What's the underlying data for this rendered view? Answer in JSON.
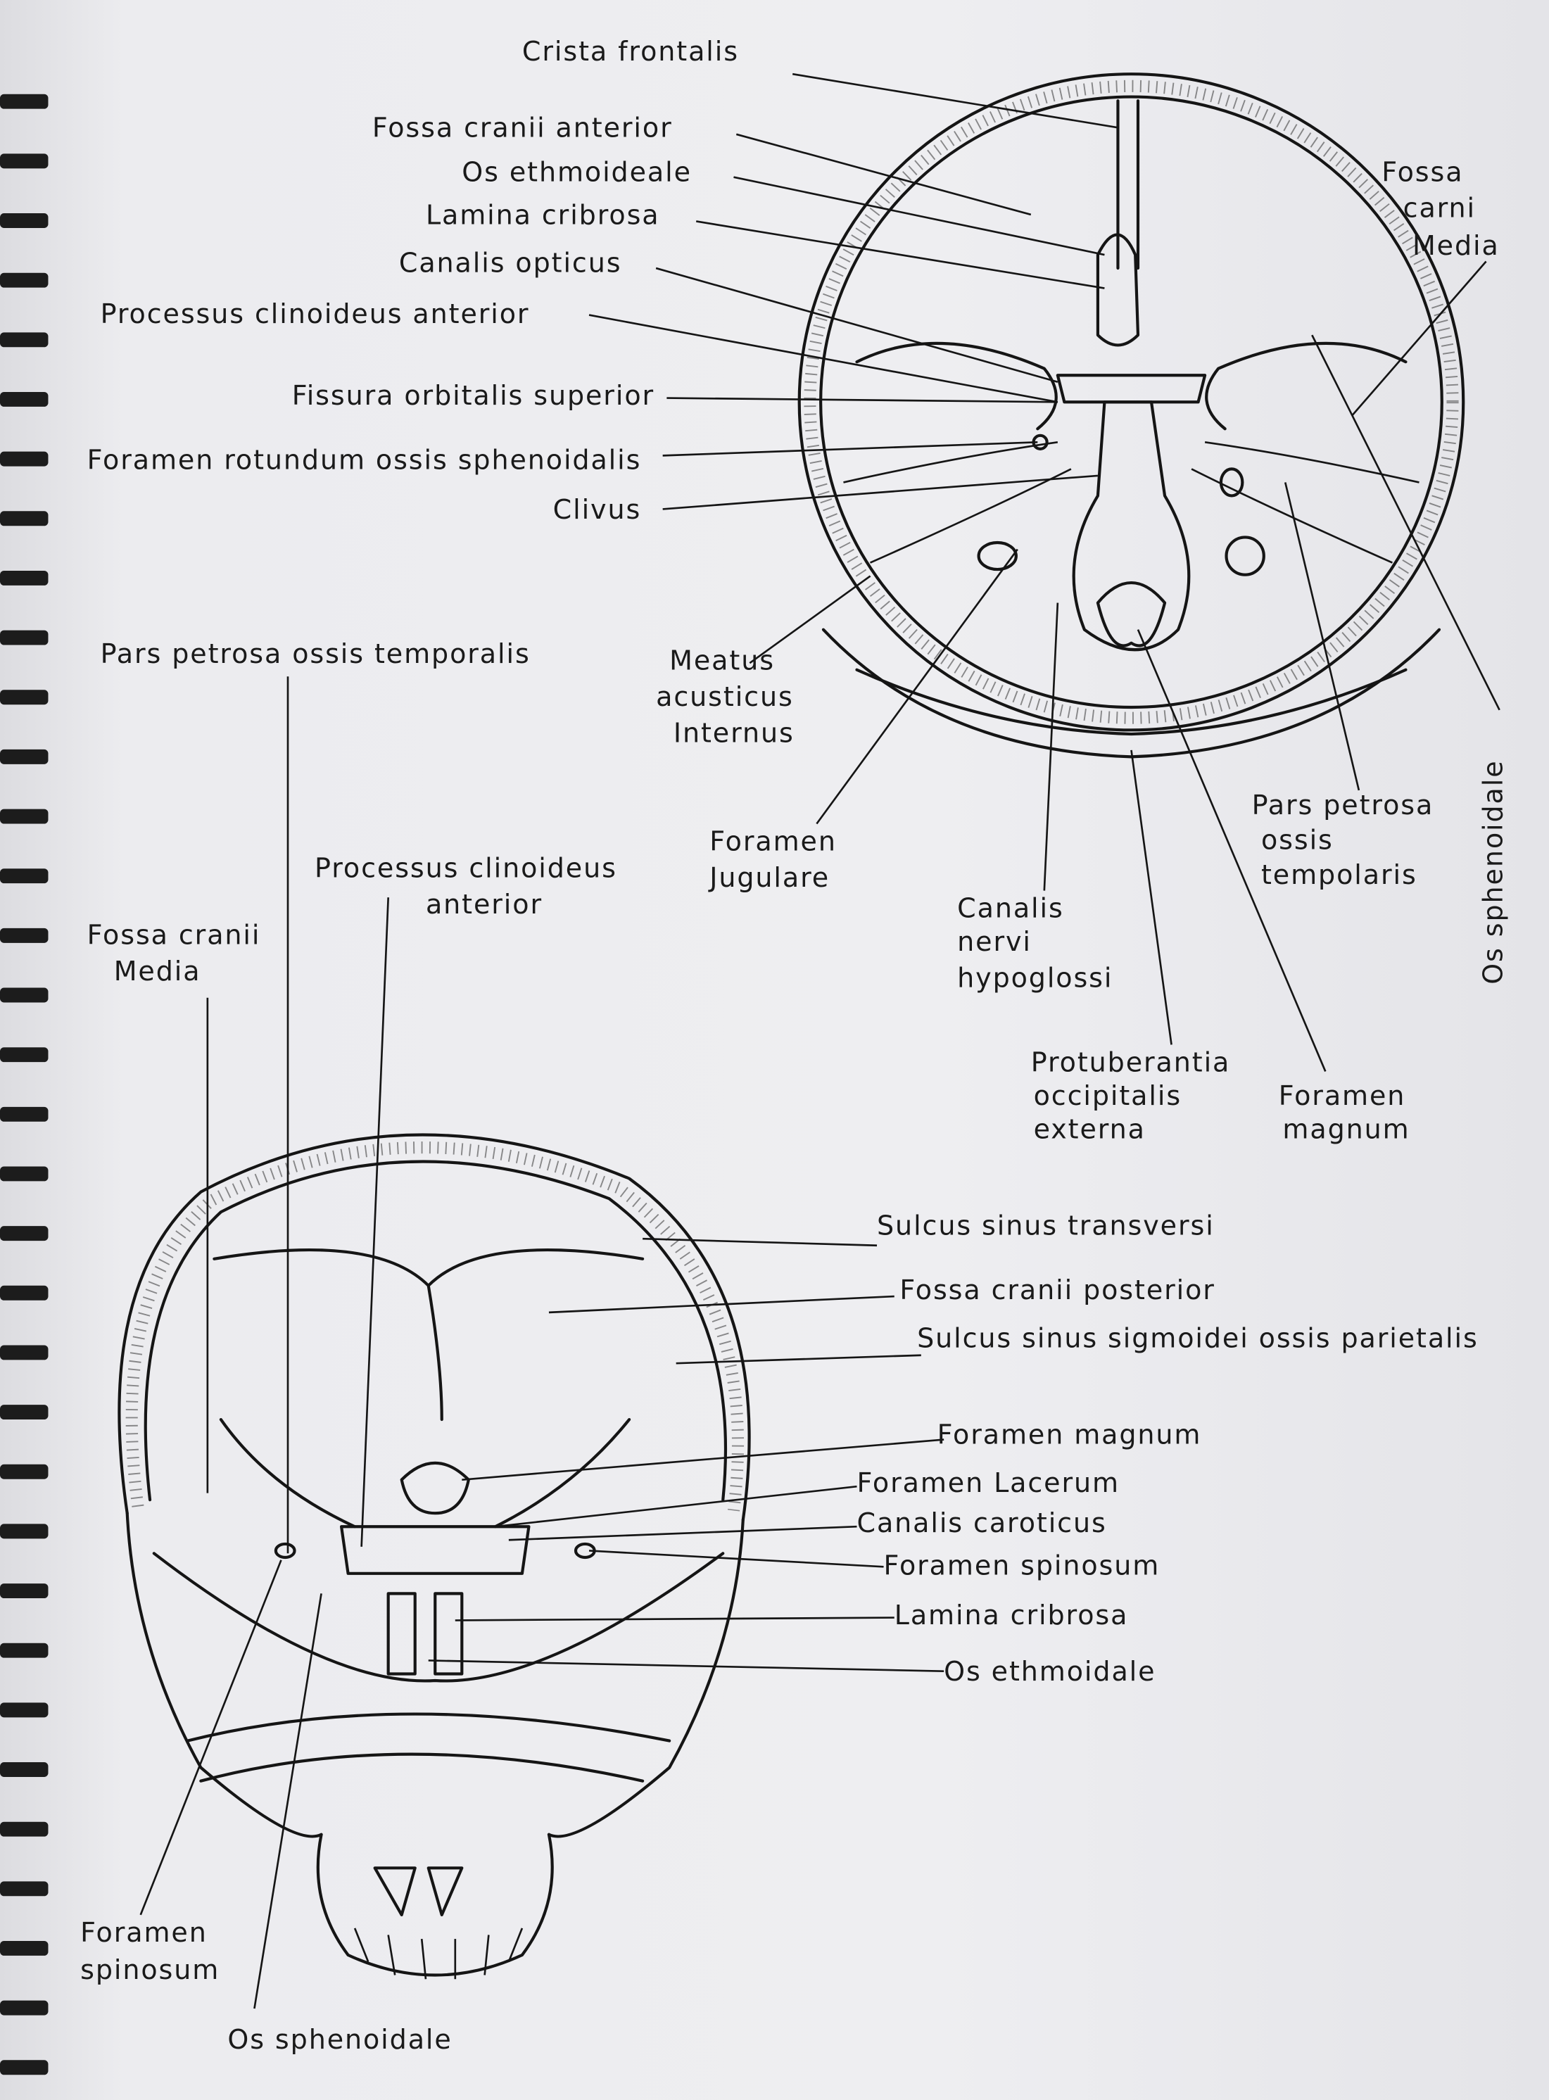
{
  "top_figure": {
    "labels": {
      "crista_frontalis": "Crista frontalis",
      "fossa_cranii_anterior": "Fossa cranii anterior",
      "os_ethmoideale": "Os ethmoideale",
      "lamina_cribrosa": "Lamina cribrosa",
      "canalis_opticus": "Canalis opticus",
      "processus_clinoideus_anterior": "Processus clinoideus anterior",
      "fissura_orbitalis_superior": "Fissura orbitalis superior",
      "foramen_rotundum": "Foramen rotundum ossis sphenoidalis",
      "clivus": "Clivus",
      "fossa_carni_media": [
        "Fossa",
        "carni",
        "Media"
      ],
      "meatus_acusticus_internus": [
        "Meatus",
        "acusticus",
        "Internus"
      ],
      "foramen_jugulare": [
        "Foramen",
        "Jugulare"
      ],
      "canalis_nervi_hypoglossi": [
        "Canalis",
        "nervi",
        "hypoglossi"
      ],
      "protuberantia_occipitalis_externa": [
        "Protuberantia",
        "occipitalis",
        "externa"
      ],
      "foramen_magnum": [
        "Foramen",
        "magnum"
      ],
      "pars_petrosa": [
        "Pars petrosa",
        "ossis",
        "tempolaris"
      ],
      "os_sphenoidale": "Os sphenoidale"
    }
  },
  "bottom_figure": {
    "labels": {
      "pars_petrosa": "Pars petrosa ossis temporalis",
      "processus_clinoideus_anterior": [
        "Processus clinoideus",
        "anterior"
      ],
      "fossa_cranii_media": [
        "Fossa cranii",
        "Media"
      ],
      "sulcus_sinus_transversi": "Sulcus sinus transversi",
      "fossa_cranii_posterior": "Fossa cranii posterior",
      "sulcus_sinus_sigmoidei": "Sulcus sinus sigmoidei ossis parietalis",
      "foramen_magnum": "Foramen magnum",
      "foramen_lacerum": "Foramen Lacerum",
      "canalis_caroticus": "Canalis caroticus",
      "foramen_spinosum_right": "Foramen spinosum",
      "lamina_cribrosa": "Lamina cribrosa",
      "os_ethmoidale": "Os ethmoidale",
      "foramen_spinosum_left": [
        "Foramen",
        "spinosum"
      ],
      "os_sphenoidale": "Os sphenoidale"
    }
  }
}
